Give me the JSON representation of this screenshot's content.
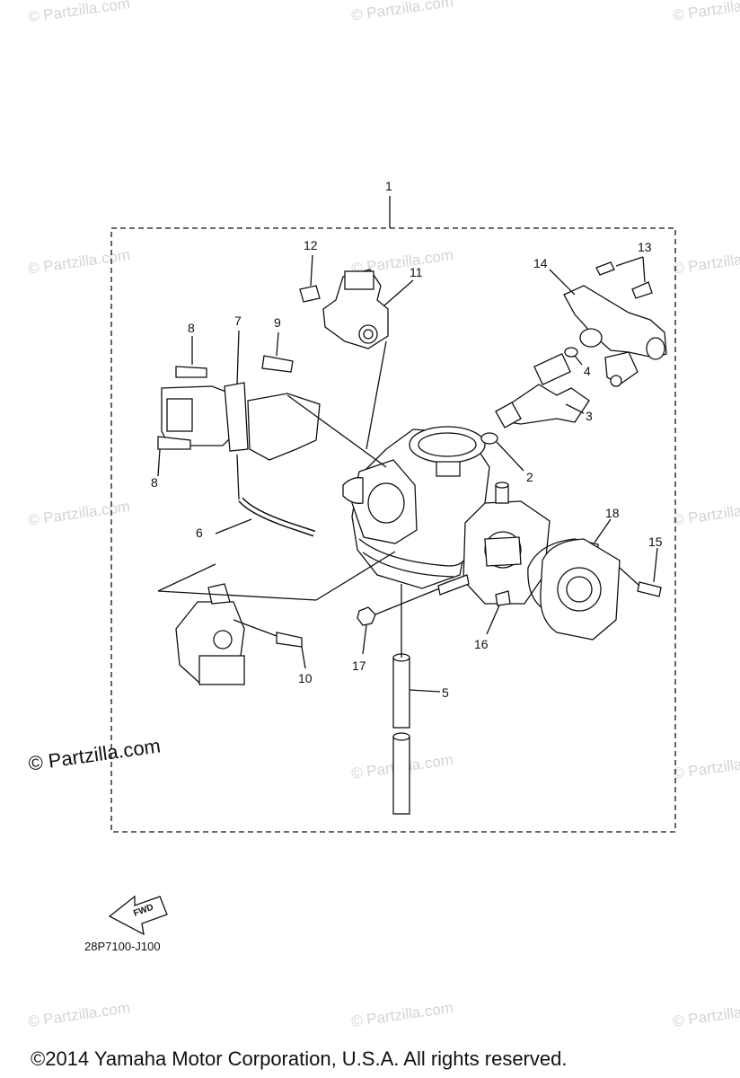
{
  "watermark": "© Partzilla.com",
  "brand_watermark": "© Partzilla.com",
  "diagram_code": "28P7100-J100",
  "fwd_label": "FWD",
  "copyright": "©2014 Yamaha Motor Corporation, U.S.A. All rights reserved.",
  "callouts": {
    "c1": "1",
    "c2": "2",
    "c3": "3",
    "c4": "4",
    "c5": "5",
    "c6": "6",
    "c7": "7",
    "c8a": "8",
    "c8b": "8",
    "c9": "9",
    "c10": "10",
    "c11": "11",
    "c12": "12",
    "c13": "13",
    "c14": "14",
    "c15": "15",
    "c16": "16",
    "c17": "17",
    "c18": "18"
  }
}
